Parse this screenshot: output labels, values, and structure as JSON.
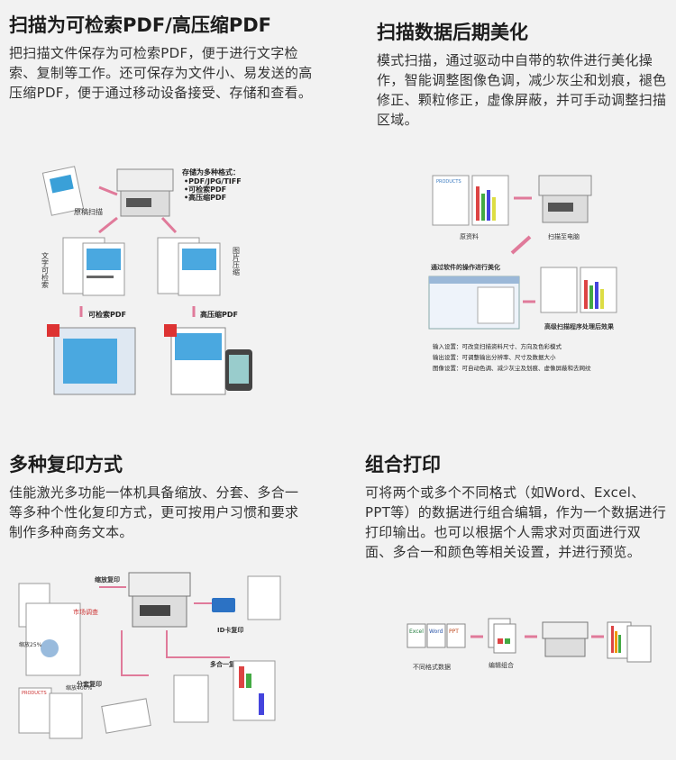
{
  "features": [
    {
      "title": "扫描为可检索PDF/高压缩PDF",
      "desc": "把扫描文件保存为可检索PDF，便于进行文字检索、复制等工作。还可保存为文件小、易发送的高压缩PDF，便于通过移动设备接受、存储和查看。",
      "illustration": {
        "label_original_scan": "原稿扫描",
        "formats_heading": "存储为多种格式：",
        "formats": [
          "•PDF/JPG/TIFF",
          "•可检索PDF",
          "•高压缩PDF"
        ],
        "label_text_search": "文字可检索",
        "label_image_compress": "图片压缩",
        "label_searchable_pdf": "可检索PDF",
        "label_compressed_pdf": "高压缩PDF"
      }
    },
    {
      "title": "扫描数据后期美化",
      "desc": "模式扫描，通过驱动中自带的软件进行美化操作，智能调整图像色调，减少灰尘和划痕，褪色修正、颗粒修正，虚像屏蔽，并可手动调整扫描区域。",
      "illustration": {
        "label_source": "原资料",
        "label_scan_to_pc": "扫描至电脑",
        "label_software": "通过软件的操作进行美化",
        "label_result": "高级扫描程序处理后效果",
        "products_label": "PRODUCTS",
        "settings": [
          "输入设置：可改变扫描资料尺寸、方向及色彩模式",
          "输出设置：可调整输出分辨率、尺寸及数据大小",
          "图像设置：可自动色调、减少灰尘及划痕、虚像屏蔽和去网纹"
        ]
      }
    },
    {
      "title": "多种复印方式",
      "desc": "佳能激光多功能一体机具备缩放、分套、多合一等多种个性化复印方式，更可按用户习惯和要求制作多种商务文本。",
      "illustration": {
        "label_zoom_copy": "缩放复印",
        "label_id_copy": "ID卡复印",
        "label_multi_up": "多合一复印",
        "label_collate": "分套复印",
        "label_25": "缩放25%",
        "label_400": "缩放400%",
        "label_market": "市场调查",
        "products_label": "PRODUCTS"
      }
    },
    {
      "title": "组合打印",
      "desc": "可将两个或多个不同格式（如Word、Excel、PPT等）的数据进行组合编辑，作为一个数据进行打印输出。也可以根据个人需求对页面进行双面、多合一和颜色等相关设置，并进行预览。",
      "illustration": {
        "icons": [
          "Excel",
          "Word",
          "PPT"
        ],
        "label_formats": "不同格式数据",
        "label_combine": "编辑组合"
      }
    }
  ],
  "colors": {
    "background": "#f2f2f2",
    "accent_pink": "#e07a9a",
    "title": "#1c1c1c"
  }
}
